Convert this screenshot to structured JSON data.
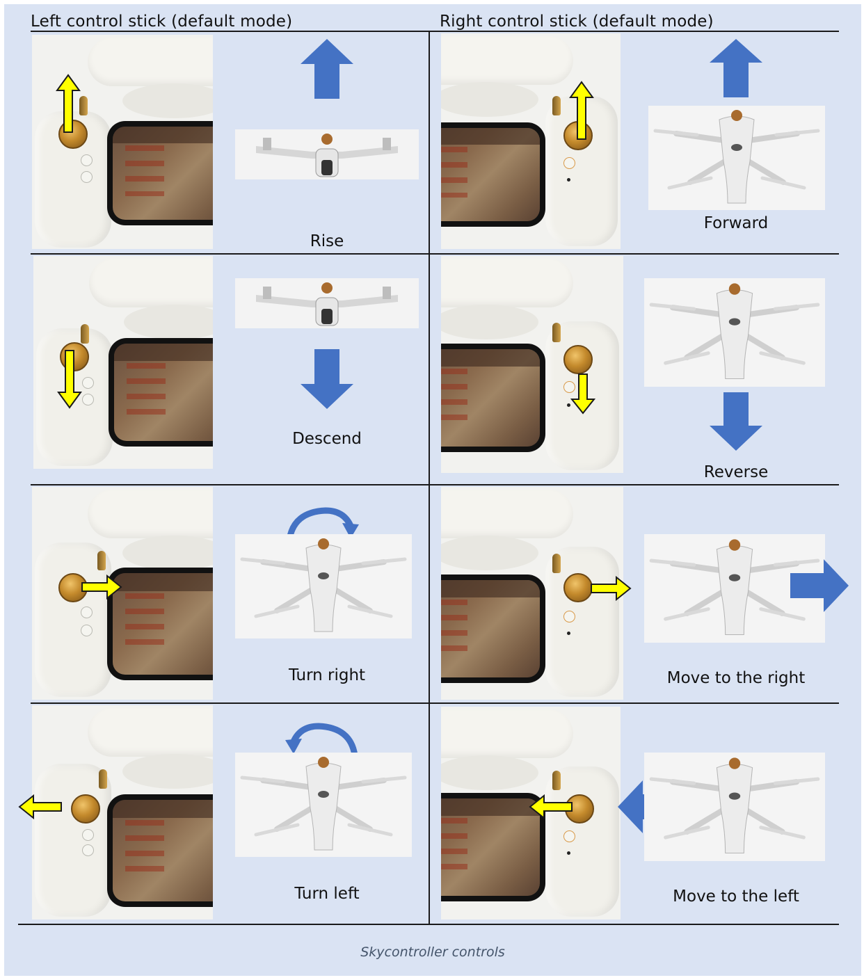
{
  "headers": {
    "left": "Left control stick (default mode)",
    "right": "Right control stick (default mode)"
  },
  "rows": [
    {
      "left": {
        "label": "Rise",
        "stick_direction": "up",
        "drone_view": "front",
        "blue_arrow": "up"
      },
      "right": {
        "label": "Forward",
        "stick_direction": "up",
        "drone_view": "top",
        "blue_arrow": "up"
      }
    },
    {
      "left": {
        "label": "Descend",
        "stick_direction": "down",
        "drone_view": "front",
        "blue_arrow": "down"
      },
      "right": {
        "label": "Reverse",
        "stick_direction": "down",
        "drone_view": "top",
        "blue_arrow": "down"
      }
    },
    {
      "left": {
        "label": "Turn right",
        "stick_direction": "right",
        "drone_view": "top",
        "blue_arrow": "rotate-clockwise"
      },
      "right": {
        "label": "Move to the right",
        "stick_direction": "right",
        "drone_view": "top",
        "blue_arrow": "right"
      }
    },
    {
      "left": {
        "label": "Turn left",
        "stick_direction": "left",
        "drone_view": "top",
        "blue_arrow": "rotate-counterclockwise"
      },
      "right": {
        "label": "Move to the left",
        "stick_direction": "left",
        "drone_view": "top",
        "blue_arrow": "left"
      }
    }
  ],
  "caption": "Skycontroller controls",
  "colors": {
    "background": "#dae3f3",
    "blue_arrow": "#4472c4",
    "stick_arrow": "#ffff00",
    "caption": "#44546a"
  }
}
